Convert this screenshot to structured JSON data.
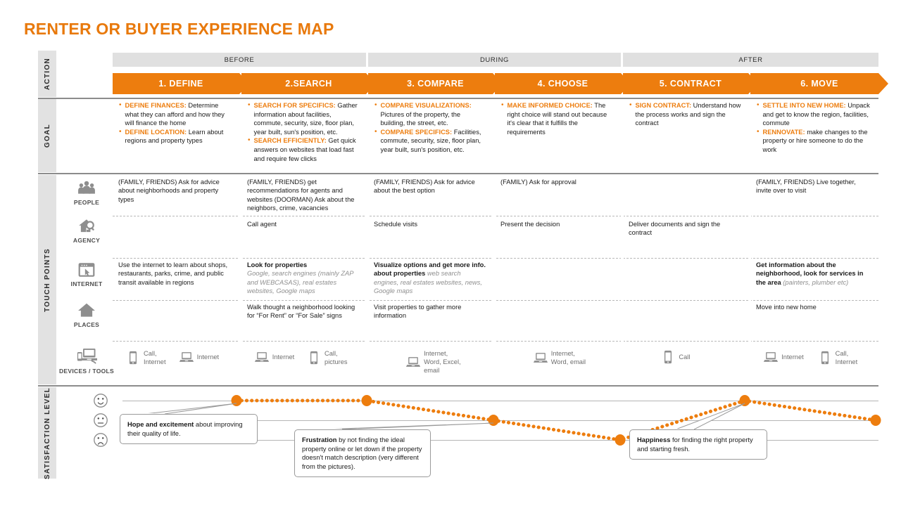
{
  "title": "RENTER OR BUYER EXPERIENCE MAP",
  "accent_color": "#ED7D0E",
  "rails": {
    "action": "ACTION",
    "goal": "GOAL",
    "touchpoints": "TOUCH POINTS",
    "satisfaction": "SATISFACTION LEVEL"
  },
  "phases": [
    {
      "label": "BEFORE"
    },
    {
      "label": "DURING"
    },
    {
      "label": "AFTER"
    }
  ],
  "stages": [
    {
      "label": "1. DEFINE"
    },
    {
      "label": "2.SEARCH"
    },
    {
      "label": "3. COMPARE"
    },
    {
      "label": "4. CHOOSE"
    },
    {
      "label": "5. CONTRACT"
    },
    {
      "label": "6. MOVE"
    }
  ],
  "goals": [
    {
      "items": [
        {
          "key": "DEFINE FINANCES:",
          "text": " Determine what they can afford and how they will finance the home"
        },
        {
          "key": "DEFINE LOCATION:",
          "text": " Learn about regions and property types"
        }
      ]
    },
    {
      "items": [
        {
          "key": "SEARCH FOR SPECIFICS:",
          "text": " Gather information about facilities, commute, security, size, floor plan, year built, sun's position, etc."
        },
        {
          "key": "SEARCH EFFICIENTLY:",
          "text": " Get quick answers on websites that load fast and require few clicks"
        }
      ]
    },
    {
      "items": [
        {
          "key": "COMPARE VISUALIZATIONS:",
          "text": " Pictures of the property, the building, the street, etc."
        },
        {
          "key": "COMPARE SPECIFICS:",
          "text": " Facilities, commute, security, size, floor plan, year built, sun's position, etc."
        }
      ]
    },
    {
      "items": [
        {
          "key": "MAKE INFORMED CHOICE:",
          "text": " The right choice will stand out because it's clear that it fulfills the requirements"
        }
      ]
    },
    {
      "items": [
        {
          "key": "SIGN CONTRACT:",
          "text": " Understand how the process works  and sign the contract"
        }
      ]
    },
    {
      "items": [
        {
          "key": "SETTLE INTO NEW HOME:",
          "text": " Unpack and get to know the region, facilities, commute"
        },
        {
          "key": "RENNOVATE:",
          "text": " make changes to the property or hire someone to do the work"
        }
      ]
    }
  ],
  "touchpoint_rows": [
    {
      "icon": "people-icon",
      "label": "PEOPLE",
      "cells": [
        {
          "plain": "(FAMILY, FRIENDS) Ask for advice about neighborhoods and property types"
        },
        {
          "plain": "(FAMILY, FRIENDS) get recommendations for agents and websites (DOORMAN) Ask about the neighbors, crime, vacancies"
        },
        {
          "plain": "(FAMILY, FRIENDS) Ask for advice about the best option"
        },
        {
          "plain": "(FAMILY) Ask for approval"
        },
        {
          "plain": ""
        },
        {
          "plain": "(FAMILY, FRIENDS) Live together, invite over to visit"
        }
      ]
    },
    {
      "icon": "agency-icon",
      "label": "AGENCY",
      "cells": [
        {
          "plain": ""
        },
        {
          "plain": "Call agent"
        },
        {
          "plain": "Schedule visits"
        },
        {
          "plain": "Present the decision"
        },
        {
          "plain": "Deliver documents and sign the contract"
        },
        {
          "plain": ""
        }
      ]
    },
    {
      "icon": "internet-icon",
      "label": "INTERNET",
      "cells": [
        {
          "plain": "Use the internet to learn about shops, restaurants, parks, crime, and public transit available in regions"
        },
        {
          "bold": "Look for properties",
          "italic": "Google, search engines (mainly ZAP and WEBCASAS), real estates websites, Google maps",
          "break_after_bold": true
        },
        {
          "bold": "Visualize options and get more info. about properties",
          "italic": " web search engines, real estates websites, news, Google maps"
        },
        {
          "plain": ""
        },
        {
          "plain": ""
        },
        {
          "bold": "Get information about the neighborhood, look for services in the area",
          "italic": " (painters, plumber etc)"
        }
      ]
    },
    {
      "icon": "places-icon",
      "label": "PLACES",
      "cells": [
        {
          "plain": ""
        },
        {
          "plain": "Walk thought a neighborhood looking for “For Rent” or “For Sale” signs"
        },
        {
          "plain": "Visit properties to gather more information"
        },
        {
          "plain": ""
        },
        {
          "plain": ""
        },
        {
          "plain": "Move into new home"
        }
      ]
    }
  ],
  "devices_row": {
    "icon": "devices-icon",
    "label": "DEVICES / TOOLS",
    "columns": [
      {
        "items": [
          {
            "icon": "phone-icon",
            "label": "Call,\nInternet"
          },
          {
            "icon": "laptop-icon",
            "label": "Internet"
          }
        ]
      },
      {
        "items": [
          {
            "icon": "laptop-icon",
            "label": "Internet"
          },
          {
            "icon": "phone-icon",
            "label": "Call,\npictures"
          }
        ]
      },
      {
        "items": [
          {
            "icon": "laptop-icon",
            "label": "Internet,\nWord, Excel,\nemail"
          }
        ]
      },
      {
        "items": [
          {
            "icon": "laptop-icon",
            "label": "Internet,\nWord, email"
          }
        ]
      },
      {
        "items": [
          {
            "icon": "phone-icon",
            "label": "Call"
          }
        ]
      },
      {
        "items": [
          {
            "icon": "laptop-icon",
            "label": "Internet"
          },
          {
            "icon": "phone-icon",
            "label": "Call,\nInternet"
          }
        ]
      }
    ]
  },
  "chart_data": {
    "type": "line",
    "title": "SATISFACTION LEVEL",
    "categories": [
      "1. DEFINE",
      "2.SEARCH",
      "3. COMPARE",
      "4. CHOOSE",
      "5. CONTRACT",
      "6. MOVE"
    ],
    "levels": [
      "happy",
      "neutral",
      "sad"
    ],
    "values": [
      3,
      3,
      2,
      1,
      3,
      2
    ],
    "ylabel": "SATISFACTION LEVEL",
    "ylim": [
      1,
      3
    ],
    "grid": true,
    "series": [
      {
        "name": "Satisfaction",
        "values": [
          3,
          3,
          2,
          1,
          3,
          2
        ],
        "color": "#ED7D0E",
        "style": "dotted"
      }
    ],
    "y_icons": [
      {
        "name": "smiley-happy-icon",
        "level": 3
      },
      {
        "name": "smiley-neutral-icon",
        "level": 2
      },
      {
        "name": "smiley-sad-icon",
        "level": 1
      }
    ],
    "annotations": [
      {
        "bold": "Hope and excitement",
        "text": " about improving their quality of life.",
        "attached_to": 0
      },
      {
        "bold": "Frustration",
        "text": " by not finding the ideal property online or let down if the property doesn't match description (very different from the pictures).",
        "attached_to": 2
      },
      {
        "bold": "Happiness",
        "text": " for finding the right property and starting fresh.",
        "attached_to": 4
      }
    ]
  }
}
